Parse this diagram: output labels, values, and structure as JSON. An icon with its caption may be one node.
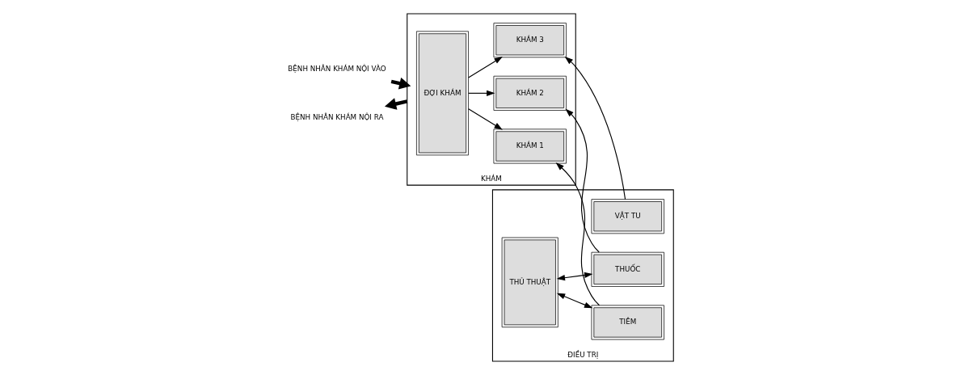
{
  "diagram": {
    "nodes": [
      {
        "text": [
          "BỆNH NHÂN KHÁM NỘI VÀO"
        ]
      },
      {
        "text": [
          "BỆNH NHÂN KHÁM NỘI RA"
        ]
      },
      {
        "text": [
          "KHÁM"
        ]
      },
      {
        "text": [
          "ĐỢI KHÁM"
        ],
        "in": 2
      },
      {
        "text": [
          "KHÁM 1"
        ],
        "in": 2
      },
      {
        "text": [
          "KHÁM 2"
        ],
        "in": 2
      },
      {
        "text": [
          "KHÁM 3"
        ],
        "in": 2
      },
      {
        "text": [
          "ĐIỀU TRỊ"
        ]
      },
      {
        "text": [
          "TIÊM"
        ],
        "in": 7
      },
      {
        "text": [
          "THỦ THUẬT"
        ],
        "in": 7
      },
      {
        "text": [
          "THUỐC"
        ],
        "in": 7
      },
      {
        "text": [
          "VẬT TU"
        ],
        "in": 7
      }
    ],
    "edges": [
      {
        "from": 0,
        "to": 2,
        "arrow": "to",
        "style": "thick"
      },
      {
        "from": 2,
        "to": 1,
        "arrow": "to",
        "style": "thick"
      },
      {
        "from": 3,
        "to": 4,
        "arrow": "to"
      },
      {
        "from": 3,
        "to": 5,
        "arrow": "to"
      },
      {
        "from": 3,
        "to": 6,
        "arrow": "to"
      },
      {
        "from": 8,
        "to": 4,
        "arrow": "to"
      },
      {
        "from": 10,
        "to": 5,
        "arrow": "to"
      },
      {
        "from": 11,
        "to": 6,
        "arrow": "to"
      },
      {
        "from": 8,
        "to": 9,
        "arrow": "both"
      },
      {
        "from": 10,
        "to": 9,
        "arrow": "both"
      }
    ]
  }
}
